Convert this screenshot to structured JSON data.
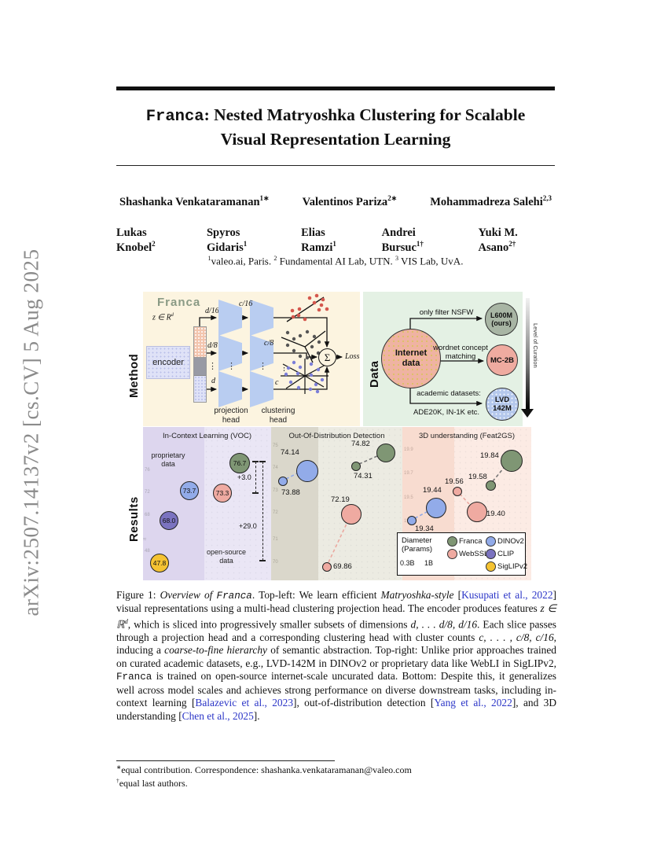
{
  "arxiv_sidebar": "arXiv:2507.14137v2  [cs.CV]  5 Aug 2025",
  "title": {
    "brand": "Franca",
    "line1_rest": ": Nested Matryoshka Clustering for Scalable",
    "line2": "Visual Representation Learning"
  },
  "authors": {
    "row1": [
      {
        "name": "Shashanka Venkataramanan",
        "sup": "1∗"
      },
      {
        "name": "Valentinos Pariza",
        "sup": "2∗"
      },
      {
        "name": "Mohammadreza Salehi",
        "sup": "2,3"
      }
    ],
    "row2": [
      {
        "name": "Lukas Knobel",
        "sup": "2"
      },
      {
        "name": "Spyros Gidaris",
        "sup": "1"
      },
      {
        "name": "Elias Ramzi",
        "sup": "1"
      },
      {
        "name": "Andrei Bursuc",
        "sup": "1†"
      },
      {
        "name": "Yuki M. Asano",
        "sup": "2†"
      }
    ]
  },
  "affiliations": {
    "a1_sup": "1",
    "a1": "valeo.ai, Paris. ",
    "a2_sup": "2",
    "a2": " Fundamental AI Lab, UTN. ",
    "a3_sup": "3",
    "a3": " VIS Lab, UvA."
  },
  "figure": {
    "side_labels": {
      "method": "Method",
      "data": "Data",
      "results": "Results"
    },
    "method": {
      "logo": "Franca",
      "encoder": "encoder",
      "z_base": "z ∈ R",
      "z_sup": "d",
      "d16": "d/16",
      "d8": "d/8",
      "d": "d",
      "dots": "⋮",
      "c16": "c/16",
      "c8": "c/8",
      "c": "c",
      "proj_head": "projection\nhead",
      "clust_head": "clustering\nhead",
      "sigma": "Σ",
      "loss": "Loss"
    },
    "data_panel": {
      "internet": "Internet\ndata",
      "arrow1": "only filter NSFW",
      "arrow2": "wordnet concept\nmatching",
      "arrow3a": "academic datasets:",
      "arrow3b": "ADE20K, IN-1K etc.",
      "l600m": "L600M\n(ours)",
      "mc2b": "MC-2B",
      "lvd": "LVD\n142M",
      "curation": "Level of Curation"
    },
    "results": {
      "icl": {
        "group_left": "proprietary\ndata",
        "group_right": "open-source\ndata",
        "delta_small": "+3.0",
        "delta_large": "+29.0",
        "axis_break": "≈"
      }
    },
    "legend": {
      "diameter": "Diameter\n(Params)",
      "scale_left": "0.3B",
      "scale_right": "1B",
      "entries": [
        "Franca",
        "WebSSL",
        "DINOv2",
        "CLIP",
        "SigLIPv2"
      ]
    }
  },
  "chart_data": [
    {
      "type": "bubble",
      "title": "In-Context Learning (VOC)",
      "note": "bubble diameter encodes model params (0.3B–1B)",
      "groups": [
        "proprietary data",
        "open-source data"
      ],
      "yticks": [
        "76",
        "72",
        "68",
        "48"
      ],
      "series": [
        {
          "name": "Franca",
          "group": "open-source data",
          "value": "76.7",
          "color": "#7f9674"
        },
        {
          "name": "DINOv2",
          "group": "proprietary data",
          "value": "73.7",
          "color": "#92abe9"
        },
        {
          "name": "WebSSL",
          "group": "open-source data",
          "value": "73.3",
          "color": "#efaaa1"
        },
        {
          "name": "CLIP",
          "group": "proprietary data",
          "value": "68.0",
          "color": "#7b73c0"
        },
        {
          "name": "SigLIPv2",
          "group": "proprietary data",
          "value": "47.8",
          "color": "#f5c332"
        }
      ],
      "annotations": [
        "+3.0",
        "+29.0"
      ]
    },
    {
      "type": "bubble",
      "title": "Out-Of-Distribution Detection",
      "yticks": [
        "75",
        "74",
        "73",
        "72",
        "71",
        "70"
      ],
      "series": [
        {
          "name": "DINOv2",
          "values": {
            "small": "73.88",
            "large": "74.14"
          },
          "color": "#92abe9"
        },
        {
          "name": "Franca",
          "values": {
            "small": "74.31",
            "large": "74.82"
          },
          "color": "#7f9674"
        },
        {
          "name": "WebSSL",
          "values": {
            "small": "69.86",
            "large": "72.19"
          },
          "color": "#efaaa1"
        }
      ]
    },
    {
      "type": "bubble",
      "title": "3D understanding (Feat2GS)",
      "yticks": [
        "19.9",
        "19.7",
        "19.5",
        "19.3"
      ],
      "series": [
        {
          "name": "DINOv2",
          "values": {
            "small": "19.34",
            "large": "19.44"
          },
          "color": "#92abe9"
        },
        {
          "name": "WebSSL",
          "values": {
            "small": "19.56",
            "large": "19.40"
          },
          "color": "#efaaa1"
        },
        {
          "name": "Franca",
          "values": {
            "small": "19.58",
            "large": "19.84"
          },
          "color": "#7f9674"
        }
      ]
    }
  ],
  "colors": {
    "franca_green": "#7f9674",
    "webssl_salmon": "#efaaa1",
    "dinov2_blue": "#92abe9",
    "clip_purple": "#7b73c0",
    "siglip_yellow": "#f5c332",
    "link_blue": "#2b35c7",
    "method_bg": "#fcf4e0",
    "data_bg": "#e4f1e4",
    "icl_bg": "#eae6f5",
    "ood_bg": "#ecebe2",
    "threed_bg": "#fcebe4"
  },
  "caption": {
    "segments": [
      {
        "t": "Figure 1: "
      },
      {
        "t": "Overview of "
      },
      {
        "t": "Franca"
      },
      {
        "t": ". Top-left: We learn efficient "
      },
      {
        "t": "Matryoshka-style"
      },
      {
        "t": " ["
      },
      {
        "t": "Kusupati et al., 2022"
      },
      {
        "t": "] visual representations using a multi-head clustering projection head.  The encoder produces features "
      },
      {
        "t": "z ∈ ℝ"
      },
      {
        "t": "d"
      },
      {
        "t": ", which is sliced into progressively smaller subsets of dimensions "
      },
      {
        "t": "d, . . . d/8, d/16"
      },
      {
        "t": ". Each slice passes through a projection head and a corresponding clustering head with cluster counts "
      },
      {
        "t": "c, . . . , c/8, c/16"
      },
      {
        "t": ", inducing a "
      },
      {
        "t": "coarse-to-fine hierarchy"
      },
      {
        "t": " of semantic abstraction.  Top-right: Unlike prior approaches trained on curated academic datasets, e.g., LVD-142M in DINOv2 or proprietary data like WebLI in SigLIPv2, "
      },
      {
        "t": "Franca"
      },
      {
        "t": " is trained on open-source internet-scale uncurated data.  Bottom: Despite this, it generalizes well across model scales and achieves strong performance on diverse downstream tasks, including in-context learning ["
      },
      {
        "t": "Balazevic et al., 2023"
      },
      {
        "t": "], out-of-distribution detection ["
      },
      {
        "t": "Yang et al., 2022"
      },
      {
        "t": "], and 3D understanding ["
      },
      {
        "t": "Chen et al., 2025"
      },
      {
        "t": "]."
      }
    ]
  },
  "footnotes": {
    "fn1_marker": "∗",
    "fn1": "equal contribution. Correspondence: shashanka.venkataramanan@valeo.com",
    "fn2_marker": "†",
    "fn2": "equal last authors."
  }
}
